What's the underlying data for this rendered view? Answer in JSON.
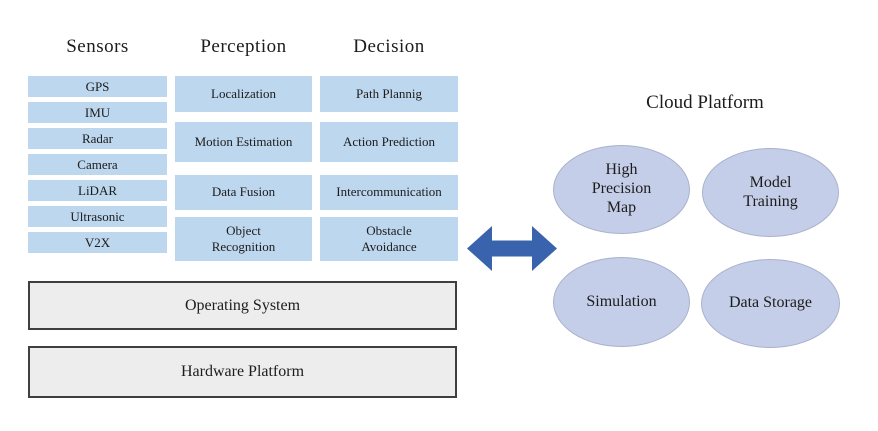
{
  "colors": {
    "box_blue": "#BDD7EE",
    "ellipse_fill": "#C5CEE8",
    "ellipse_border": "#A9B2CC",
    "layer_fill": "#EDEDED",
    "layer_border": "#3F3F3F",
    "arrow_blue": "#3963AD",
    "text": "#1C1C1C"
  },
  "stack": {
    "columns": [
      {
        "header": "Sensors",
        "boxes": [
          "GPS",
          "IMU",
          "Radar",
          "Camera",
          "LiDAR",
          "Ultrasonic",
          "V2X"
        ]
      },
      {
        "header": "Perception",
        "boxes": [
          "Localization",
          "Motion Estimation",
          "Data Fusion",
          "Object Recognition"
        ]
      },
      {
        "header": "Decision",
        "boxes": [
          "Path Plannig",
          "Action Prediction",
          "Intercommunication",
          "Obstacle Avoidance"
        ]
      }
    ],
    "layers": [
      "Operating System",
      "Hardware Platform"
    ]
  },
  "cloud": {
    "title": "Cloud Platform",
    "nodes": [
      "High Precision Map",
      "Model Training",
      "Simulation",
      "Data Storage"
    ]
  },
  "connector": {
    "type": "double-headed-arrow"
  }
}
